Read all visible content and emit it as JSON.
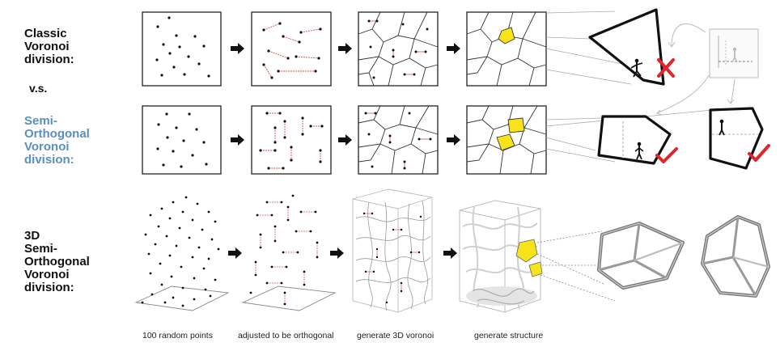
{
  "rows": {
    "classic": {
      "lines": [
        "Classic",
        "Voronoi",
        "division:"
      ]
    },
    "vs": "v.s.",
    "semi": {
      "lines": [
        "Semi-",
        "Orthogonal",
        "Voronoi",
        "division:"
      ]
    },
    "threeD": {
      "lines": [
        "3D",
        "Semi-",
        "Orthogonal",
        "Voronoi",
        "division:"
      ]
    }
  },
  "captions": {
    "step1": "100 random points",
    "step2": "adjusted to be orthogonal",
    "step3": "generate 3D voronoi",
    "step4": "generate structure"
  },
  "colors": {
    "highlight": "#f6e31a",
    "blue_label": "#5b8fbf",
    "red": "#e0262b",
    "adjust_line": "#d9534f"
  },
  "icons": [
    "right-arrow-icon",
    "red-x-icon",
    "red-check-icon",
    "person-icon"
  ]
}
